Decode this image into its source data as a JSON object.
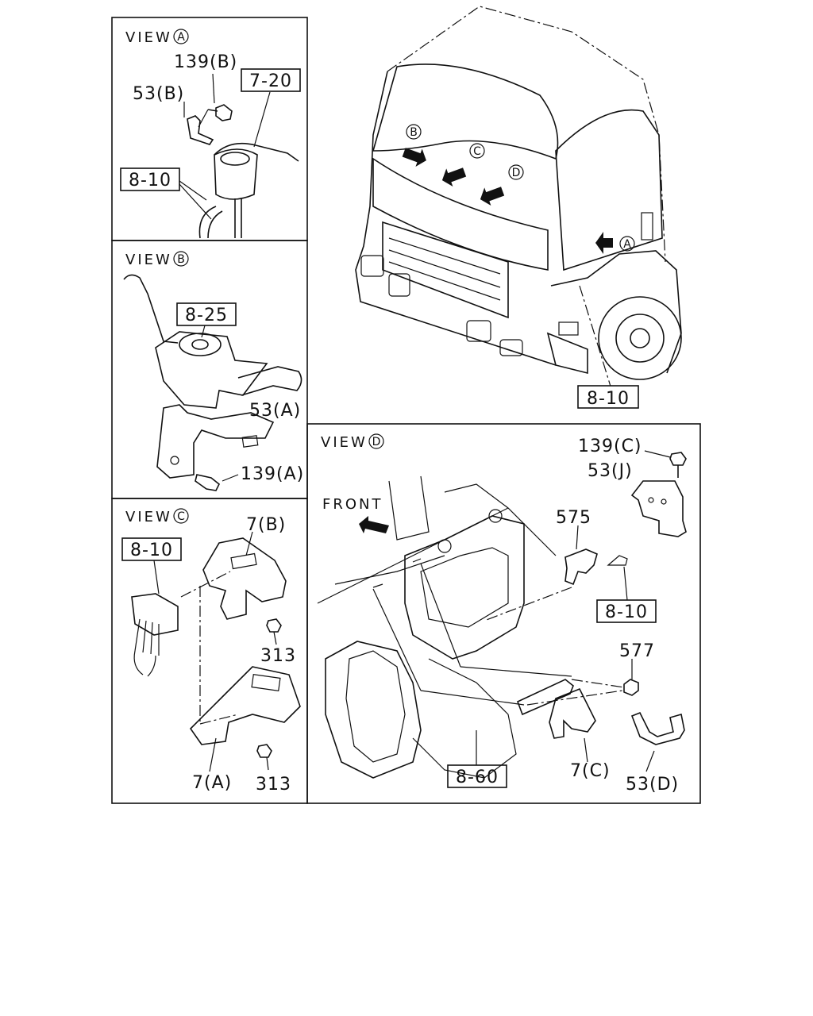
{
  "views": {
    "a": {
      "word": "VIEW",
      "letter": "A"
    },
    "b": {
      "word": "VIEW",
      "letter": "B"
    },
    "c": {
      "word": "VIEW",
      "letter": "C"
    },
    "d": {
      "word": "VIEW",
      "letter": "D"
    }
  },
  "view_a": {
    "part_139b": "139(B)",
    "part_53b": "53(B)",
    "ref_7_20": "7-20",
    "ref_8_10": "8-10"
  },
  "view_b": {
    "ref_8_25": "8-25",
    "part_53a": "53(A)",
    "part_139a": "139(A)"
  },
  "view_c": {
    "ref_8_10": "8-10",
    "part_7b": "7(B)",
    "part_313_upper": "313",
    "part_7a": "7(A)",
    "part_313_lower": "313"
  },
  "truck": {
    "arrow_b": "B",
    "arrow_c": "C",
    "arrow_d": "D",
    "arrow_a": "A",
    "ref_8_10": "8-10"
  },
  "view_d": {
    "front_label": "FRONT",
    "part_139c": "139(C)",
    "part_53j": "53(J)",
    "part_575": "575",
    "ref_8_10": "8-10",
    "part_577": "577",
    "ref_8_60": "8-60",
    "part_7c": "7(C)",
    "part_53d": "53(D)"
  }
}
